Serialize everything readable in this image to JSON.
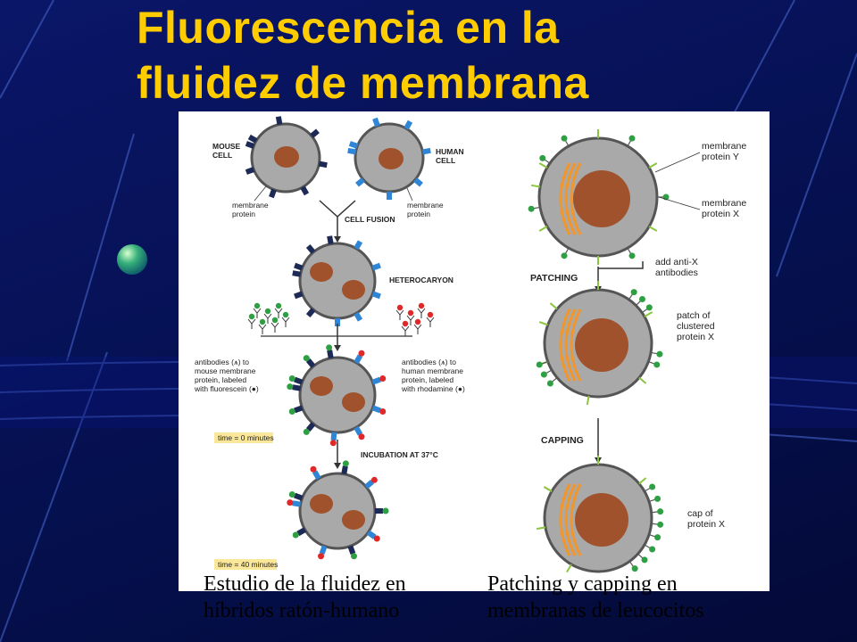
{
  "slide": {
    "title_line1": "Fluorescencia en la",
    "title_line2": "fluidez de membrana"
  },
  "left_panel": {
    "mouse_cell": "MOUSE\nCELL",
    "human_cell": "HUMAN\nCELL",
    "membrane_protein_left": "membrane\nprotein",
    "membrane_protein_right": "membrane\nprotein",
    "cell_fusion": "CELL FUSION",
    "heterocaryon": "HETEROCARYON",
    "antibodies_mouse": "antibodies (⩚) to\nmouse membrane\nprotein, labeled\nwith fluorescein (●)",
    "antibodies_human": "antibodies (⩚) to\nhuman membrane\nprotein, labeled\nwith rhodamine (●)",
    "time0": "time = 0 minutes",
    "incubation": "INCUBATION AT 37°C",
    "time40": "time = 40 minutes"
  },
  "right_panel": {
    "membrane_protein_y": "membrane\nprotein Y",
    "membrane_protein_x": "membrane\nprotein X",
    "patching": "PATCHING",
    "add_anti_x": "add anti-X\nantibodies",
    "patch_label": "patch of\nclustered\nprotein X",
    "capping": "CAPPING",
    "cap_label": "cap of\nprotein X"
  },
  "captions": {
    "left_line1": "Estudio de la fluidez en",
    "left_line2": "híbridos ratón-humano",
    "right_line1": "Patching y capping en",
    "right_line2": "membranas  de leucocitos"
  },
  "colors": {
    "background": "#05104f",
    "title": "#ffcc00",
    "cell_fill": "#a9a9a9",
    "nucleus": "#a0522d",
    "mouse_protein": "#1d2a55",
    "human_protein": "#2f86d6",
    "fluorescein": "#2ea043",
    "rhodamine": "#e02828",
    "protein_x": "#2ea043",
    "protein_y": "#8cc63f",
    "golgi": "#f2962a",
    "label_box": "#fbe79a"
  }
}
